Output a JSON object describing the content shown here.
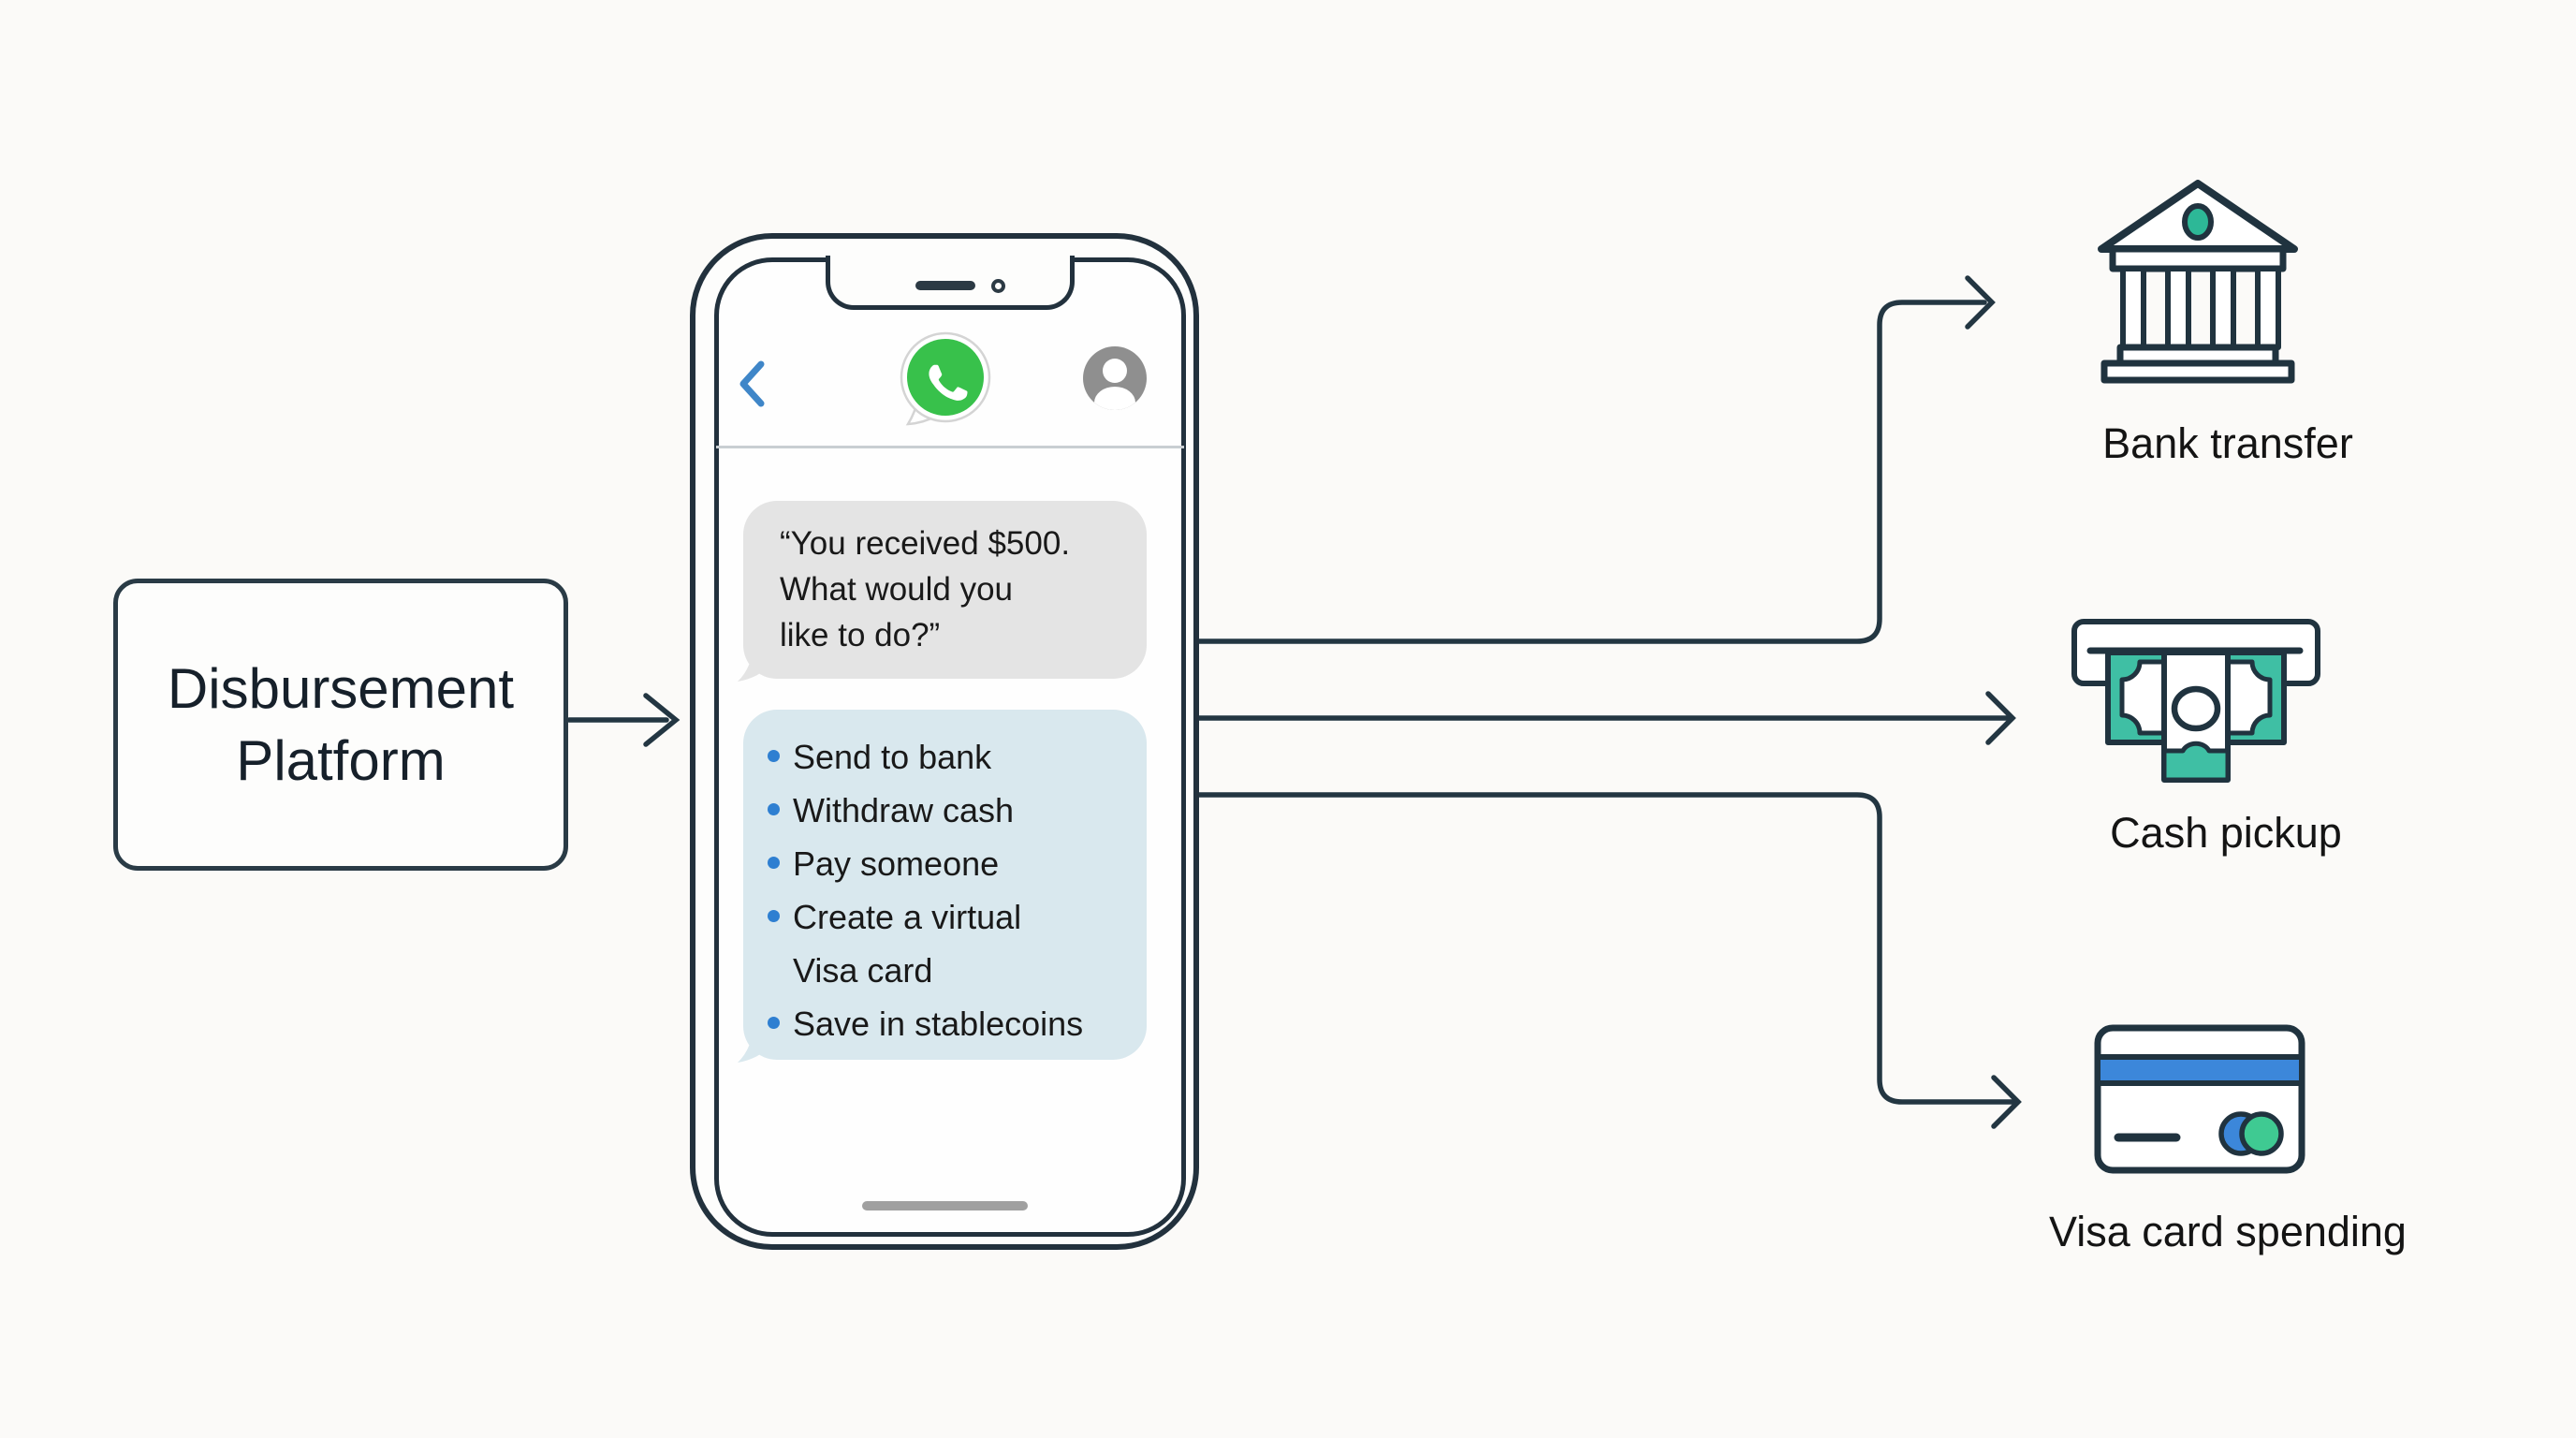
{
  "source_box": {
    "lines": [
      "Disbursement",
      "Platform"
    ]
  },
  "phone": {
    "header": {
      "back_icon": "chevron-left-icon",
      "app_icon": "whatsapp-logo-icon",
      "contact_icon": "person-avatar-icon"
    },
    "incoming_message": {
      "lines": [
        "“You received $500.",
        "What would you",
        "like to do?”"
      ]
    },
    "options_message": {
      "items": [
        "Send to bank",
        "Withdraw cash",
        "Pay someone",
        "Create a virtual\nVisa card",
        "Save in stablecoins"
      ]
    }
  },
  "outcomes": [
    {
      "icon": "bank-icon",
      "label": "Bank transfer"
    },
    {
      "icon": "cash-pickup-icon",
      "label": "Cash pickup"
    },
    {
      "icon": "visa-card-icon",
      "label": "Visa card spending"
    }
  ],
  "colors": {
    "line": "#233642",
    "teal": "#3fbfa4",
    "bank_dot_teal": "#2db897",
    "card_blue": "#3c87da",
    "card_green": "#3fca92",
    "bullet_blue": "#2e7fd1",
    "whatsapp_green": "#38c14b",
    "back_blue": "#3f86c8",
    "gray_bubble": "#e4e4e4",
    "blue_bubble": "#d9e8ee"
  }
}
